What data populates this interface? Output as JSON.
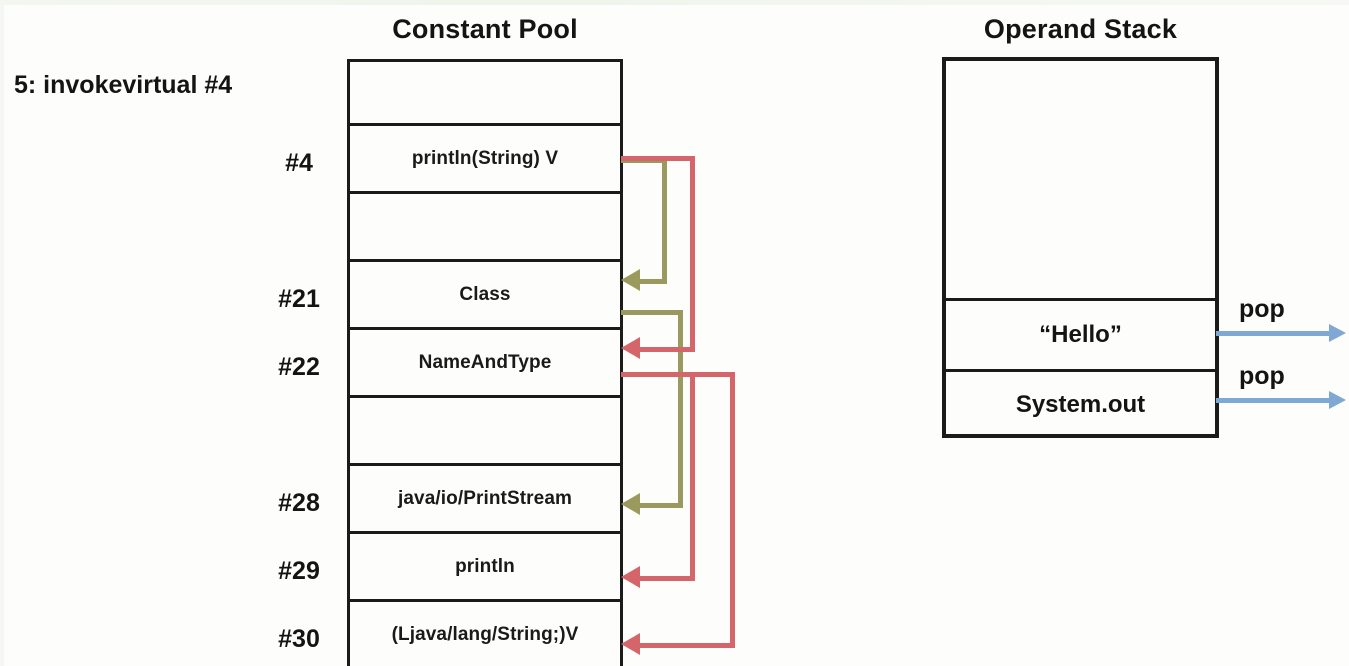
{
  "instruction": {
    "text": "5: invokevirtual #4"
  },
  "constant_pool": {
    "title": "Constant Pool",
    "rows": [
      {
        "index": "",
        "value": ""
      },
      {
        "index": "#4",
        "value": "println(String) V"
      },
      {
        "index": "",
        "value": ""
      },
      {
        "index": "#21",
        "value": "Class"
      },
      {
        "index": "#22",
        "value": "NameAndType"
      },
      {
        "index": "",
        "value": ""
      },
      {
        "index": "#28",
        "value": "java/io/PrintStream"
      },
      {
        "index": "#29",
        "value": "println"
      },
      {
        "index": "#30",
        "value": "(Ljava/lang/String;)V"
      }
    ]
  },
  "operand_stack": {
    "title": "Operand Stack",
    "slots": [
      {
        "value": "",
        "empty": true
      },
      {
        "value": "“Hello”",
        "empty": false
      },
      {
        "value": "System.out",
        "empty": false
      }
    ],
    "pop_actions": [
      {
        "label": "pop",
        "from_slot": "“Hello”"
      },
      {
        "label": "pop",
        "from_slot": "System.out"
      }
    ]
  },
  "connectors": {
    "olive": {
      "color": "#9a9a5e",
      "from": "#4",
      "to": [
        "#21",
        "#28"
      ]
    },
    "red": {
      "color": "#d4666b",
      "from": "#4",
      "to": [
        "#22",
        "#29",
        "#30"
      ]
    },
    "pop_color": "#7fa8d4"
  }
}
